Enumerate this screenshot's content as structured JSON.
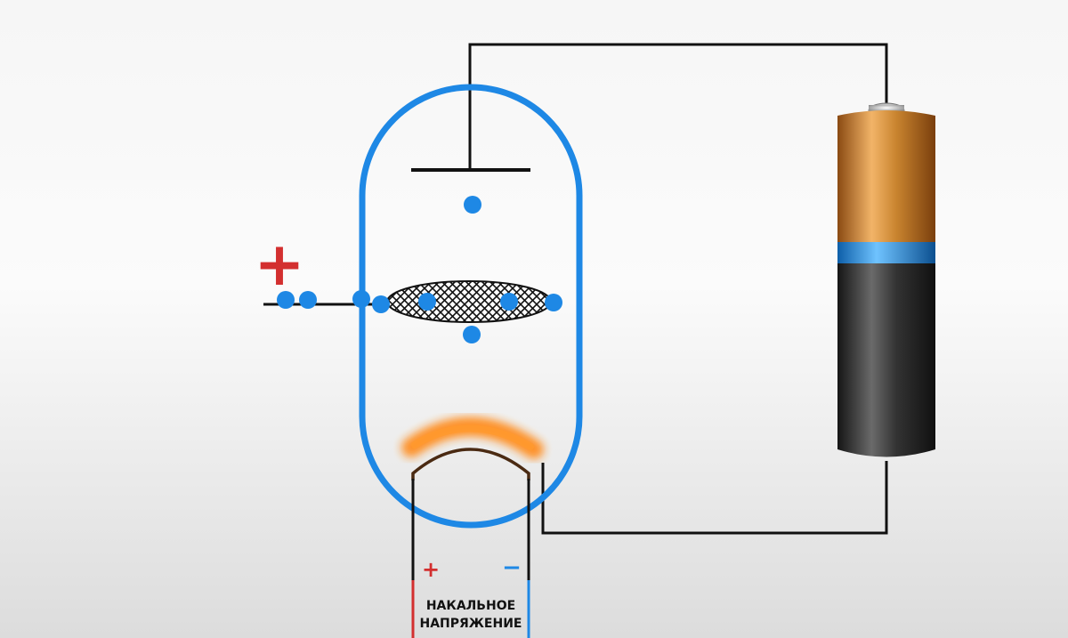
{
  "grid_sign": "+",
  "heater": {
    "plus_sign": "+",
    "minus_sign": "−",
    "label_line1": "НАКАЛЬНОЕ",
    "label_line2": "НАПРЯЖЕНИЕ"
  },
  "colors": {
    "tube_outline": "#1e88e5",
    "electron": "#1e88e5",
    "wire": "#111111",
    "plus": "#d32f2f",
    "minus": "#1e88e5",
    "glow": "#ff8c1a",
    "battery_top": "#c27b28",
    "battery_band": "#2196f3",
    "battery_body": "#2b2b2b"
  },
  "icons": [
    "vacuum-triode-tube",
    "battery-icon",
    "grid-mesh-icon",
    "heated-cathode-icon"
  ]
}
